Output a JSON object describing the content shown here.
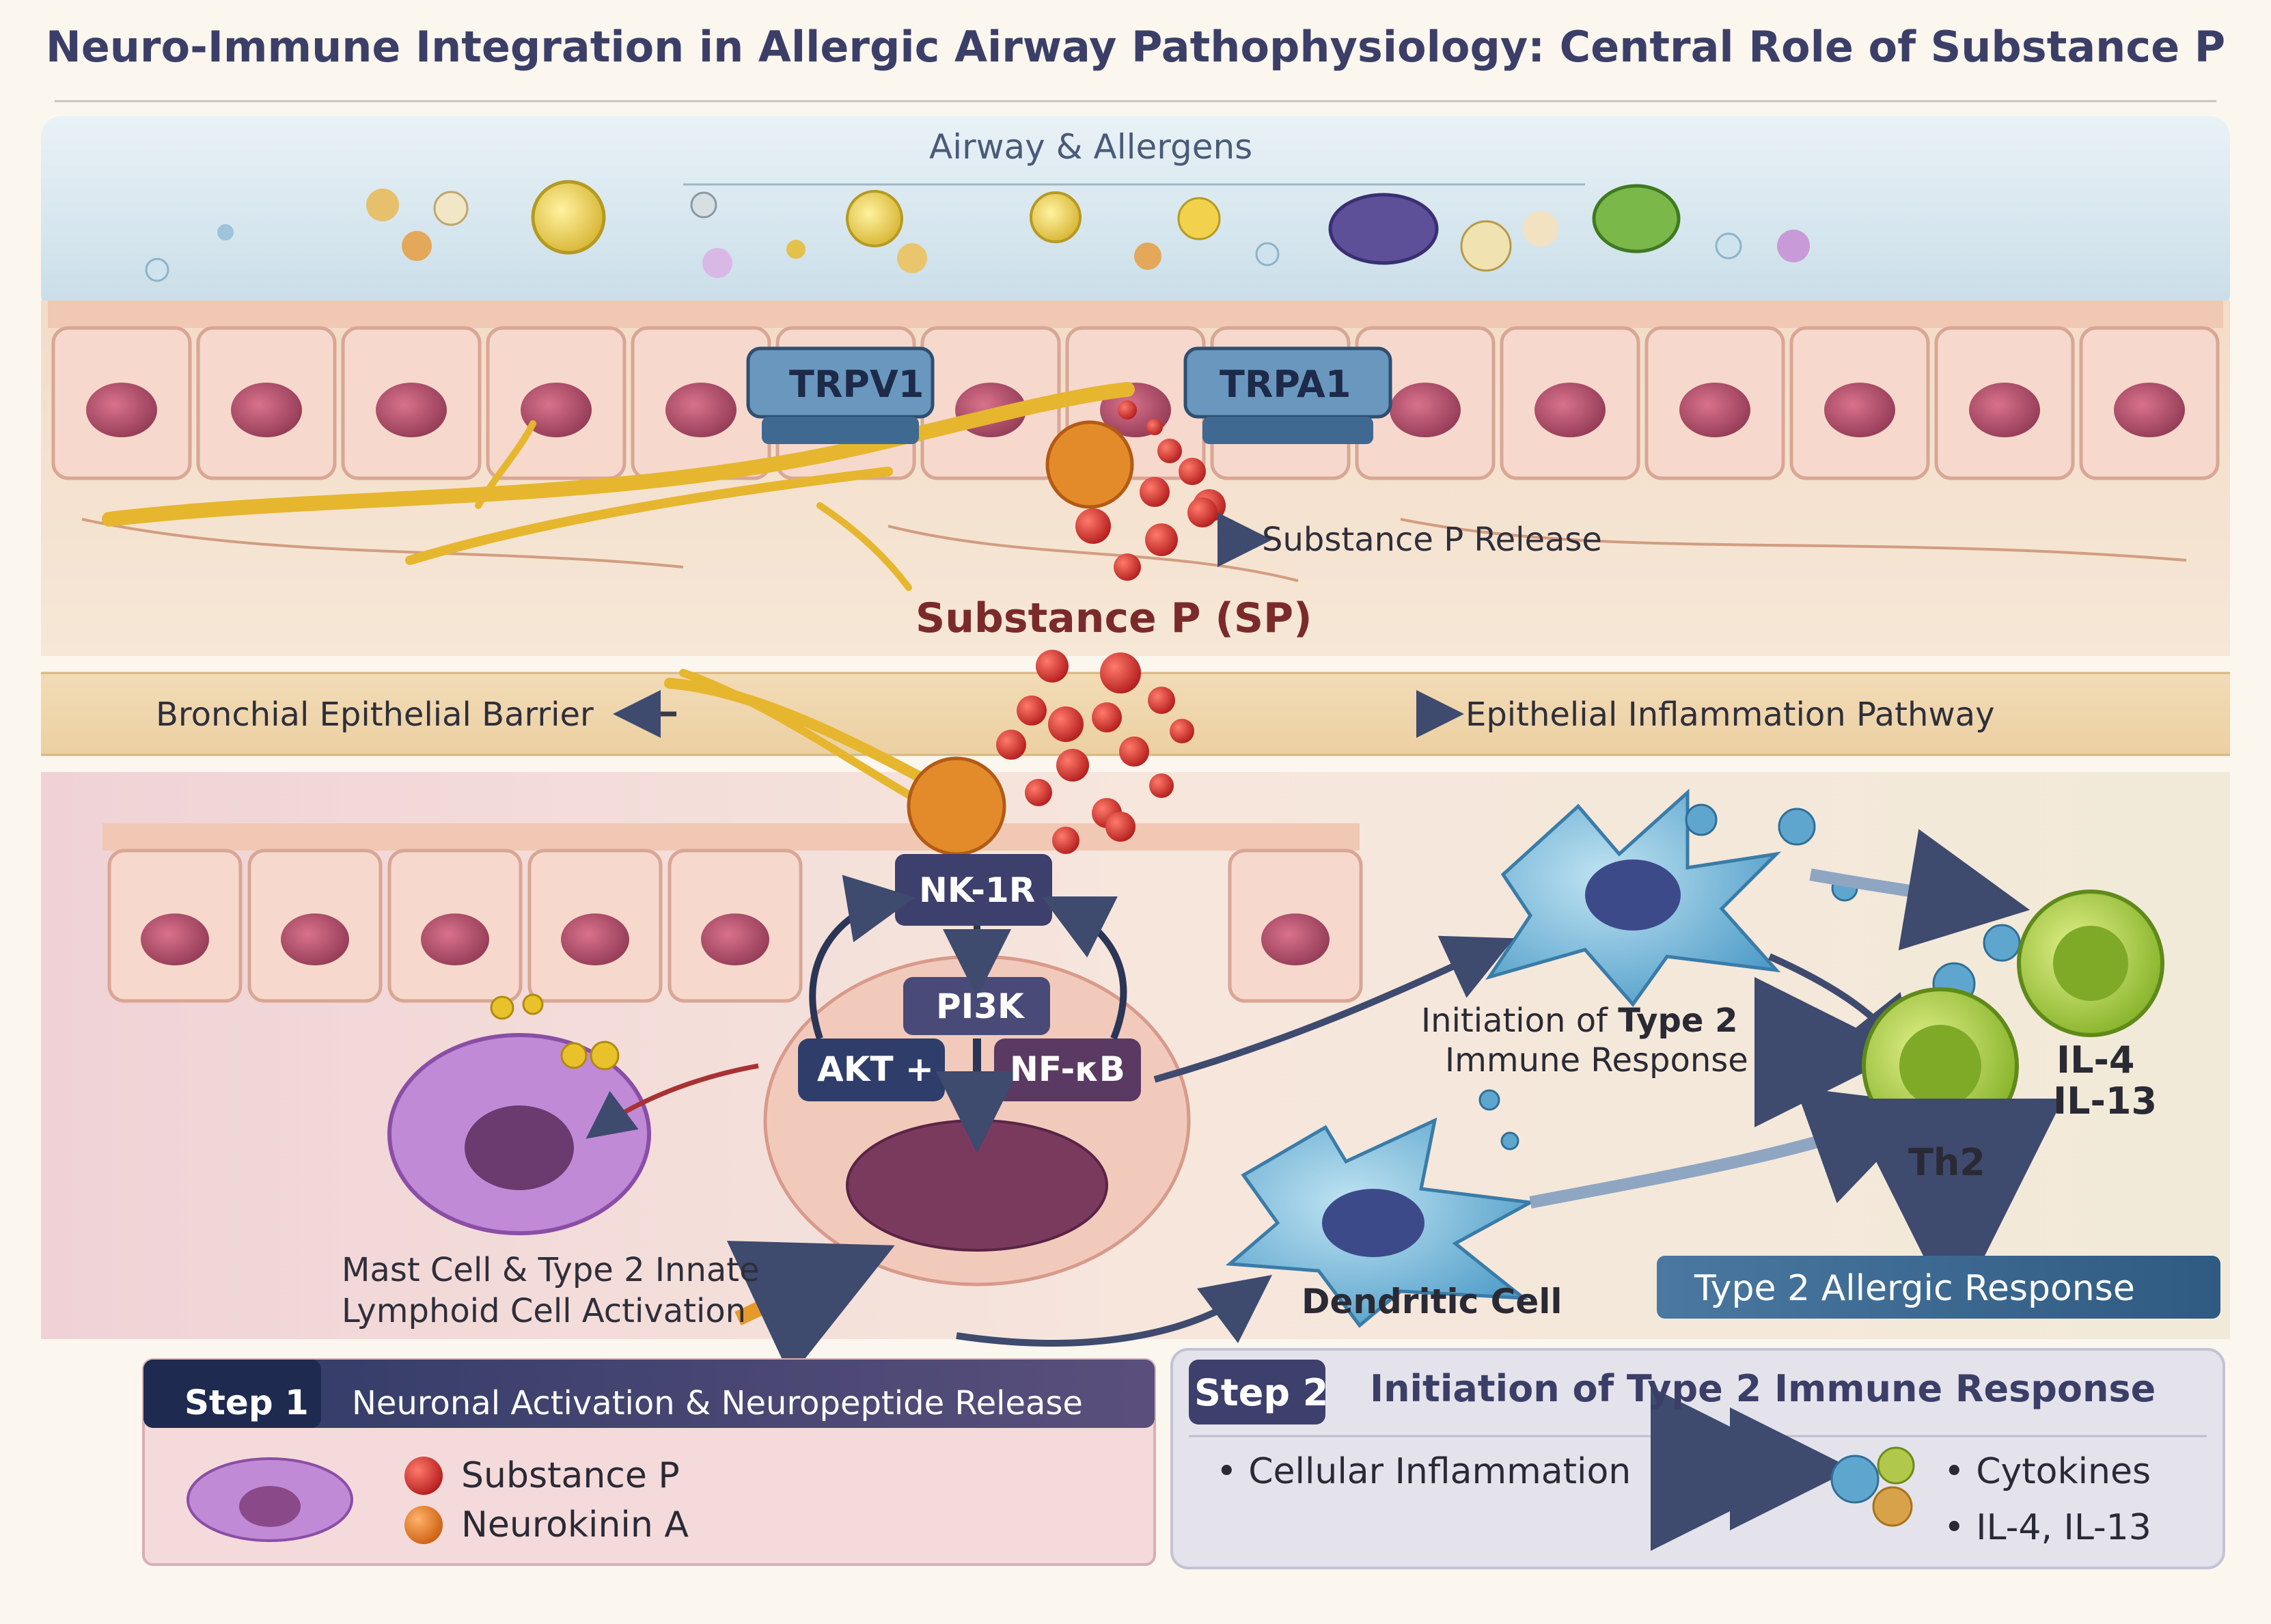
{
  "title": "Neuro-Immune Integration in Allergic Airway Pathophysiology: Central Role of Substance P",
  "zones": {
    "airway": "Airway & Allergens",
    "barrier": "Bronchial Epithelial Barrier",
    "pathway": "Epithelial Inflammation Pathway"
  },
  "receptors": {
    "trpv1": "TRPV1",
    "trpa1": "TRPA1",
    "nk1r": "NK-1R"
  },
  "labels": {
    "sp_release": "Substance P Release",
    "sp": "Substance P (SP)",
    "mast_line1": "Mast Cell & Type 2 Innate",
    "mast_line2": "Lymphoid Cell Activation",
    "initiation_line1": "Initiation of",
    "initiation_bold": "Type 2",
    "initiation_line2": "Immune Response",
    "dendritic": "Dendritic Cell",
    "il4": "IL-4",
    "il13": "IL-13",
    "th2": "Th2",
    "allergic_response": "Type 2 Allergic Response"
  },
  "signaling": {
    "pi3k": "PI3K",
    "akt": "AKT +",
    "nfkb": "NF-κB"
  },
  "step1": {
    "tag": "Step 1",
    "text": "Neuronal Activation & Neuropeptide Release",
    "legend": [
      "Substance P",
      "Neurokinin A"
    ]
  },
  "step2": {
    "tag": "Step 2",
    "text": "Initiation of Type 2 Immune Response",
    "left": "• Cellular Inflammation",
    "right1": "• Cytokines",
    "right2": "• IL-4, IL-13"
  },
  "colors": {
    "navy": "#3b3f68",
    "substance_p": "#c62828",
    "neurokinin_a": "#e07b28",
    "nerve": "#e6b62e",
    "th2_green": "#9ac43a",
    "dendritic_blue": "#6fb3d8"
  }
}
